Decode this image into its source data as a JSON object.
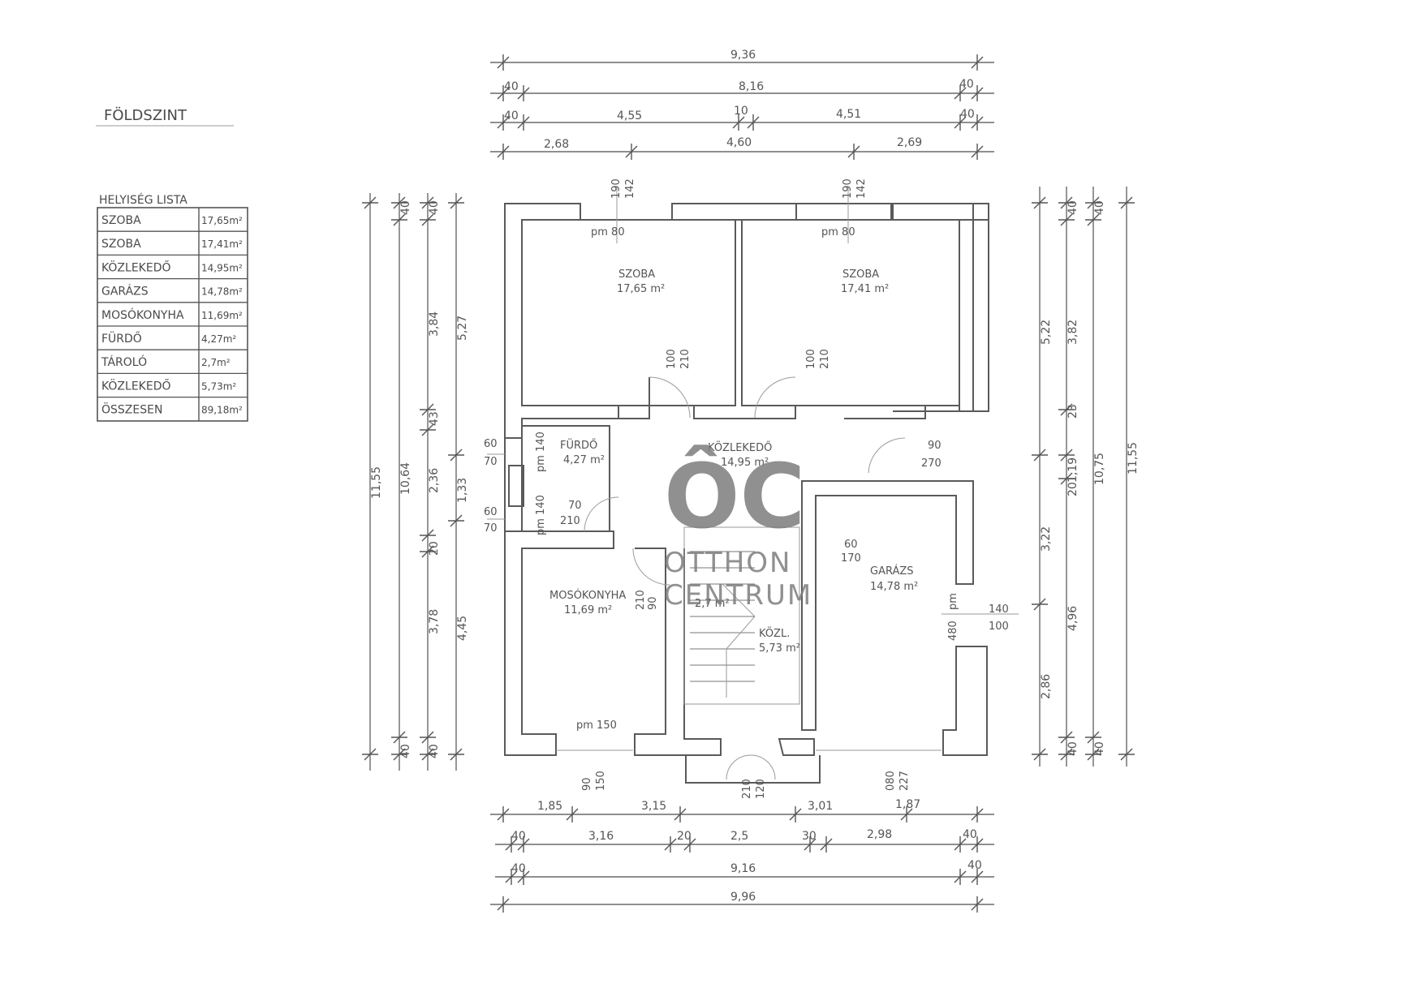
{
  "title": "FÖLDSZINT",
  "room_list": {
    "heading": "HELYISÉG LISTA",
    "rows": [
      {
        "name": "SZOBA",
        "area": "17,65m²"
      },
      {
        "name": "SZOBA",
        "area": "17,41m²"
      },
      {
        "name": "KÖZLEKEDŐ",
        "area": "14,95m²"
      },
      {
        "name": "GARÁZS",
        "area": "14,78m²"
      },
      {
        "name": "MOSÓKONYHA",
        "area": "11,69m²"
      },
      {
        "name": "FÜRDŐ",
        "area": "4,27m²"
      },
      {
        "name": "TÁROLÓ",
        "area": "2,7m²"
      },
      {
        "name": "KÖZLEKEDŐ",
        "area": "5,73m²"
      },
      {
        "name": "ÖSSZESEN",
        "area": "89,18m²"
      }
    ]
  },
  "rooms": {
    "szoba1": {
      "name": "SZOBA",
      "area": "17,65 m²"
    },
    "szoba2": {
      "name": "SZOBA",
      "area": "17,41 m²"
    },
    "furdo": {
      "name": "FÜRDŐ",
      "area": "4,27 m²"
    },
    "kozlekedo": {
      "name": "KÖZLEKEDŐ",
      "area": "14,95 m²"
    },
    "mosokonyha": {
      "name": "MOSÓKONYHA",
      "area": "11,69 m²"
    },
    "tarolo": {
      "area": "2,7 m²"
    },
    "kozl": {
      "name": "KÖZL.",
      "area": "5,73 m²"
    },
    "garazs": {
      "name": "GARÁZS",
      "area": "14,78 m²"
    }
  },
  "openings": {
    "pm80a": "pm 80",
    "pm80b": "pm 80",
    "pm150": "pm 150",
    "w190a": "190",
    "w142a": "142",
    "w190b": "190",
    "w142b": "142",
    "d100a": "100",
    "d210a": "210",
    "d100b": "100",
    "d210b": "210",
    "d90": "90",
    "d270": "270",
    "f60a": "60",
    "f70a": "70",
    "f60b": "60",
    "f70b": "70",
    "pm140": "pm 140",
    "pm140b": "pm 140",
    "d70": "70",
    "d210c": "210",
    "g60": "60",
    "g170": "170",
    "g140": "140",
    "g100": "100",
    "g480": "480",
    "gpm": "pm",
    "m90": "90",
    "m210": "210",
    "b150": "150",
    "b90": "90",
    "b227": "227",
    "b080": "080",
    "e210": "210",
    "e120": "120"
  },
  "dims_top": {
    "row1": {
      "total": "9,36"
    },
    "row2": {
      "left": "40",
      "mid": "8,16",
      "right": "40"
    },
    "row3": {
      "a": "40",
      "b": "4,55",
      "c": "10",
      "d": "4,51",
      "e": "40"
    },
    "row4": {
      "a": "2,68",
      "b": "4,60",
      "c": "2,69"
    }
  },
  "dims_bottom": {
    "row1": {
      "a": "1,85",
      "b": "3,15",
      "c": "3,01",
      "d": "1,87"
    },
    "row2": {
      "a": "40",
      "b": "3,16",
      "c": "20",
      "d": "2,5",
      "e": "30",
      "f": "2,98",
      "g": "40"
    },
    "row3": {
      "a": "40",
      "b": "9,16",
      "c": "40"
    },
    "row4": {
      "total": "9,96"
    }
  },
  "dims_left": {
    "c1": {
      "total": "11,55"
    },
    "c2": {
      "a": "40",
      "b": "10,64",
      "c": "40"
    },
    "c3": {
      "a": "40",
      "b": "3,84",
      "c": "43",
      "d": "2,36",
      "e": "20",
      "f": "3,78",
      "g": "40"
    },
    "c4": {
      "a": "5,27",
      "b": "1,33",
      "c": "4,45"
    }
  },
  "dims_right": {
    "c1": {
      "a": "5,22",
      "b": "3,22",
      "c": "2,86"
    },
    "c2": {
      "a": "40",
      "b": "3,82",
      "c": "1,19",
      "d": "4,96",
      "e": "40",
      "f": "20",
      "g": "23"
    },
    "c3": {
      "a": "40",
      "b": "10,75",
      "c": "40"
    },
    "c4": {
      "total": "11,55"
    }
  },
  "watermark": {
    "logo": "ÔC",
    "line1": "OTTHON",
    "line2": "CENTRUM"
  }
}
